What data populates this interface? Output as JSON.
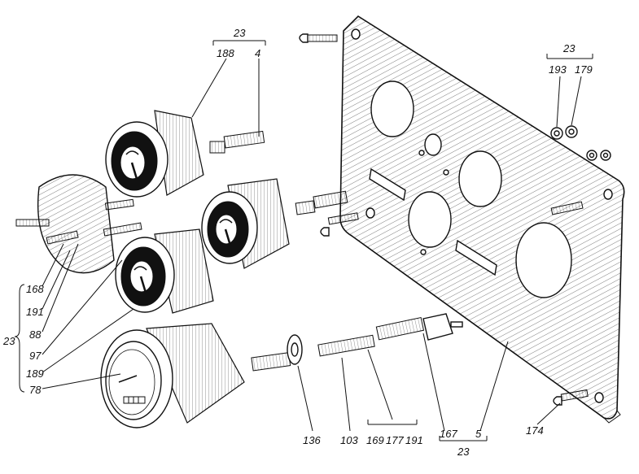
{
  "labels": {
    "group_23_top": "23",
    "n188": "188",
    "n4": "4",
    "group_23_right": "23",
    "n193": "193",
    "n179": "179",
    "n168": "168",
    "n191_left": "191",
    "n88": "88",
    "n97": "97",
    "n189": "189",
    "n78": "78",
    "group_23_left": "23",
    "n136": "136",
    "n103": "103",
    "n169": "169",
    "n177": "177",
    "n191_bottom": "191",
    "n167": "167",
    "n5": "5",
    "group_23_bottom": "23",
    "n174": "174"
  }
}
